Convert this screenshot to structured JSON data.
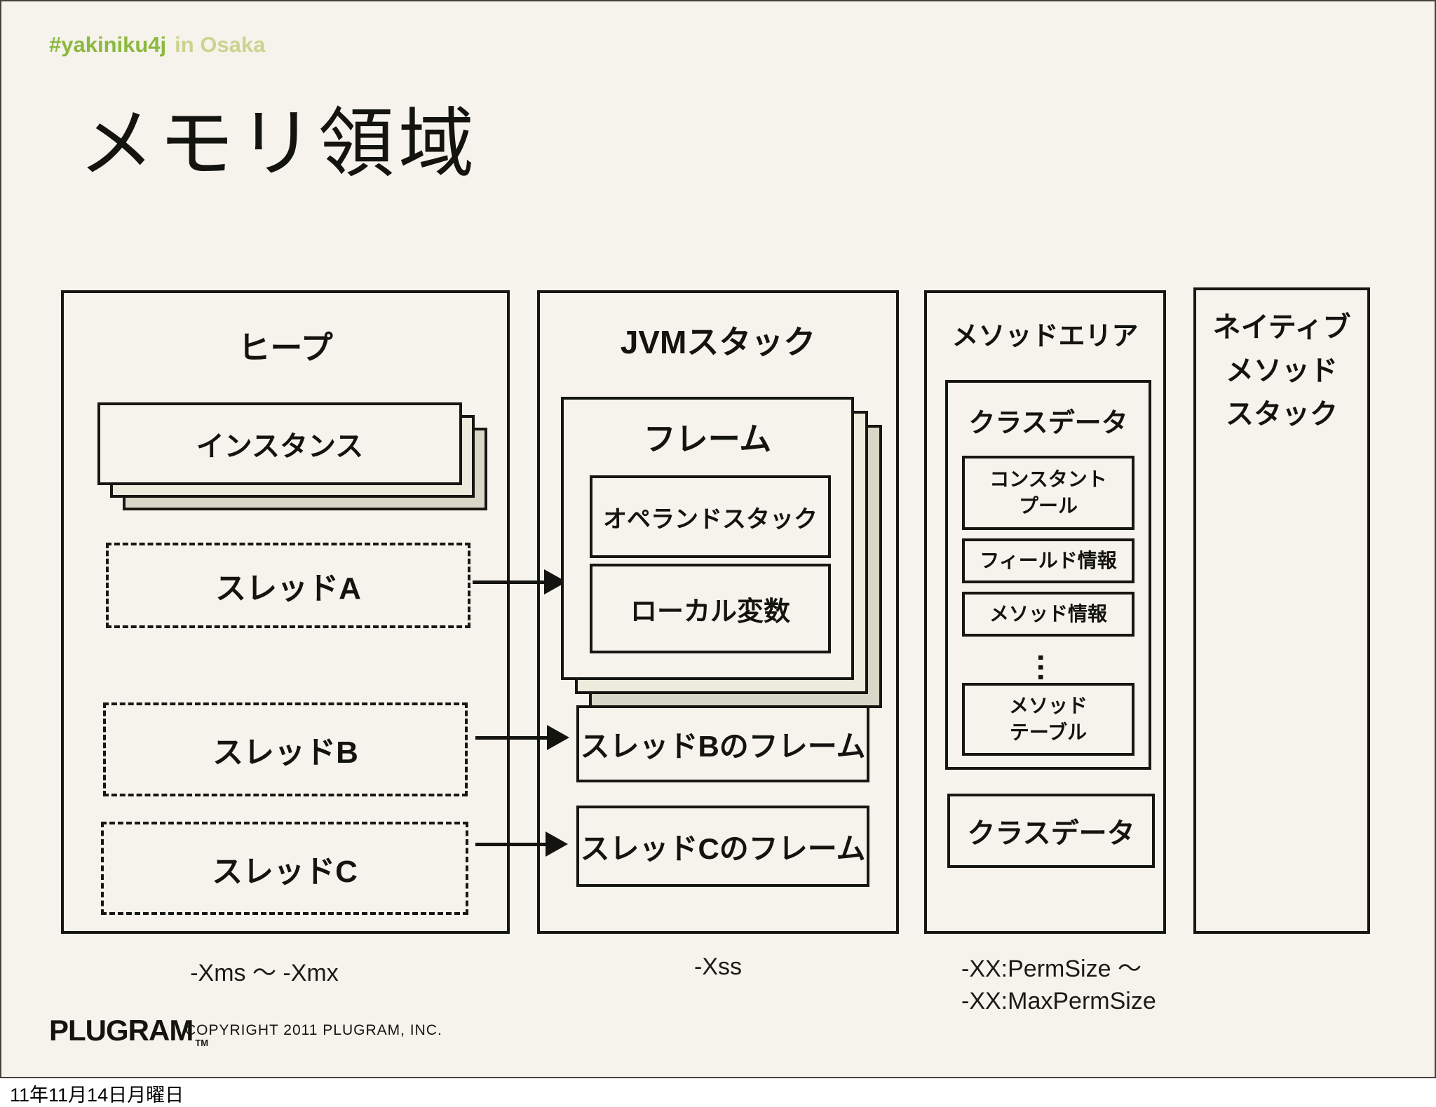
{
  "colors": {
    "slide_background": "#f5f3eb",
    "page_background": "#ffffff",
    "line_color": "#161612",
    "accent_green": "#8cb93f",
    "accent_green_light": "#c9d48f",
    "stack_layer_mid": "#ecebdc",
    "stack_layer_back": "#d9d8c8"
  },
  "header": {
    "hashtag": "#yakiniku4j",
    "location": "in Osaka"
  },
  "slide_title": "メモリ領域",
  "heap": {
    "title": "ヒープ",
    "instance_label": "インスタンス",
    "thread_a": "スレッドA",
    "thread_b": "スレッドB",
    "thread_c": "スレッドC",
    "option_label": "-Xms ～ -Xmx"
  },
  "jvm_stack": {
    "title": "JVMスタック",
    "frame_title": "フレーム",
    "operand_stack": "オペランドスタック",
    "local_variables": "ローカル変数",
    "thread_b_frame": "スレッドBのフレーム",
    "thread_c_frame": "スレッドCのフレーム",
    "option_label": "-Xss"
  },
  "method_area": {
    "title": "メソッドエリア",
    "class_data_title": "クラスデータ",
    "constant_pool": "コンスタント\nプール",
    "field_info": "フィールド情報",
    "method_info": "メソッド情報",
    "ellipsis": "…",
    "method_table": "メソッド\nテーブル",
    "class_data_2": "クラスデータ",
    "option_label": "-XX:PermSize ～\n-XX:MaxPermSize"
  },
  "native_stack": {
    "title": "ネイティブ\nメソッド\nスタック"
  },
  "footer": {
    "logo": "PLUGRAM",
    "logo_tm": "TM",
    "copyright": "COPYRIGHT 2011 PLUGRAM, INC."
  },
  "date_label": "11年11月14日月曜日"
}
